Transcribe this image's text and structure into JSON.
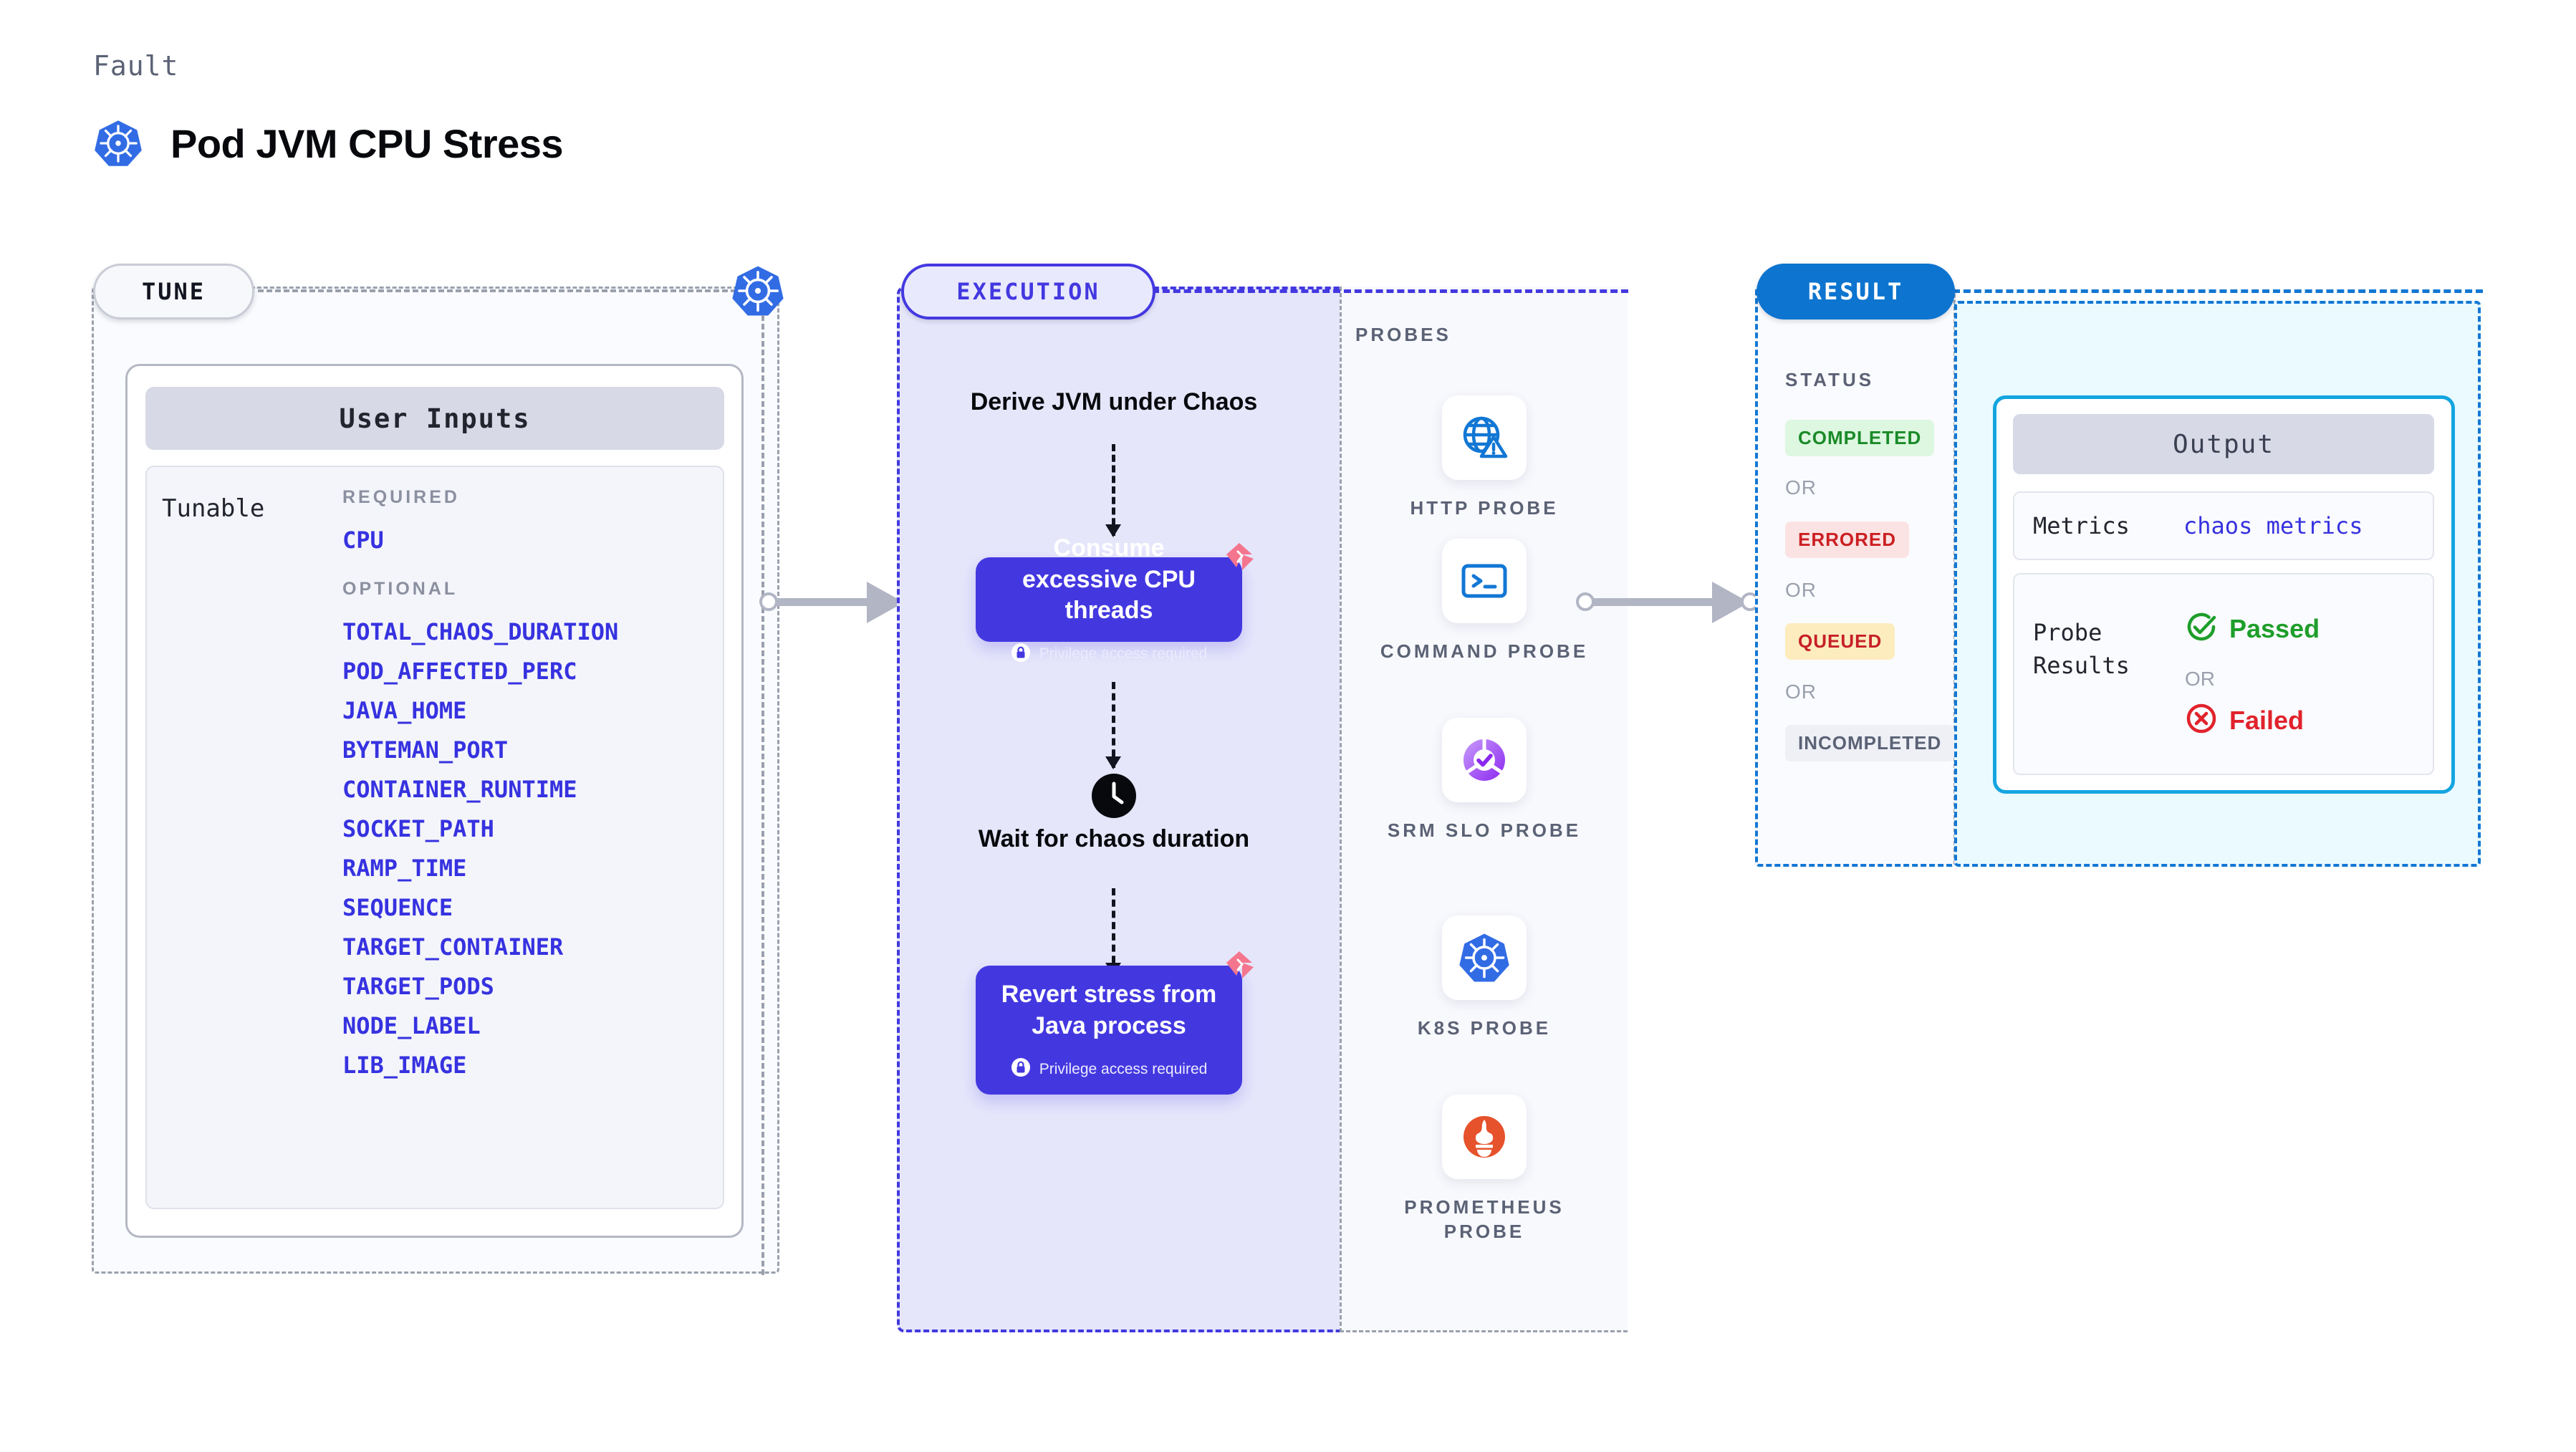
{
  "header": {
    "fault_label": "Fault",
    "title": "Pod JVM CPU Stress",
    "icon": "kubernetes-icon"
  },
  "tune": {
    "pill_label": "TUNE",
    "badge_icon": "kubernetes-icon",
    "card_header": "User Inputs",
    "tunable_label": "Tunable",
    "groups": [
      {
        "heading": "REQUIRED",
        "items": [
          "CPU"
        ]
      },
      {
        "heading": "OPTIONAL",
        "items": [
          "TOTAL_CHAOS_DURATION",
          "POD_AFFECTED_PERC",
          "JAVA_HOME",
          "BYTEMAN_PORT",
          "CONTAINER_RUNTIME",
          "SOCKET_PATH",
          "RAMP_TIME",
          "SEQUENCE",
          "TARGET_CONTAINER",
          "TARGET_PODS",
          "NODE_LABEL",
          "LIB_IMAGE"
        ]
      }
    ]
  },
  "execution": {
    "pill_label": "EXECUTION",
    "step_1_label": "Derive JVM under Chaos",
    "card_1_title": "Consume excessive CPU threads",
    "card_1_privilege": "Privilege access required",
    "wait_label": "Wait for chaos duration",
    "wait_icon": "clock-icon",
    "card_2_title": "Revert stress from Java process",
    "card_2_privilege": "Privilege access required",
    "chaos_badge_icon": "litmus-chaos-icon",
    "lock_icon": "lock-icon"
  },
  "probes": {
    "heading": "PROBES",
    "items": [
      {
        "label": "HTTP PROBE",
        "icon": "globe-warning-icon"
      },
      {
        "label": "COMMAND PROBE",
        "icon": "terminal-icon"
      },
      {
        "label": "SRM SLO PROBE",
        "icon": "srm-slo-icon"
      },
      {
        "label": "K8S PROBE",
        "icon": "kubernetes-icon"
      },
      {
        "label": "PROMETHEUS PROBE",
        "icon": "prometheus-icon"
      }
    ]
  },
  "result": {
    "pill_label": "RESULT",
    "status_heading": "STATUS",
    "or_label": "OR",
    "statuses": [
      {
        "label": "COMPLETED",
        "bg": "#ddf7e0",
        "fg": "#1a8a28"
      },
      {
        "label": "ERRORED",
        "bg": "#fbe3e3",
        "fg": "#cc1f22"
      },
      {
        "label": "QUEUED",
        "bg": "#fcecbe",
        "fg": "#c62026"
      },
      {
        "label": "INCOMPLETED",
        "bg": "#eef0f6",
        "fg": "#5b6275"
      }
    ]
  },
  "output": {
    "header": "Output",
    "metrics_label": "Metrics",
    "metrics_value": "chaos metrics",
    "probe_results_label": "Probe Results",
    "passed_label": "Passed",
    "failed_label": "Failed",
    "or_label": "OR",
    "passed_icon": "check-circle-icon",
    "failed_icon": "x-circle-icon"
  },
  "colors": {
    "accent_indigo": "#4338e0",
    "accent_blue": "#1277d4",
    "accent_cyan": "#14a5e0",
    "k8s_blue": "#326ce5",
    "chaos_pink": "#f4768e",
    "prometheus_orange": "#e6522c",
    "muted": "#9aa0ad"
  }
}
